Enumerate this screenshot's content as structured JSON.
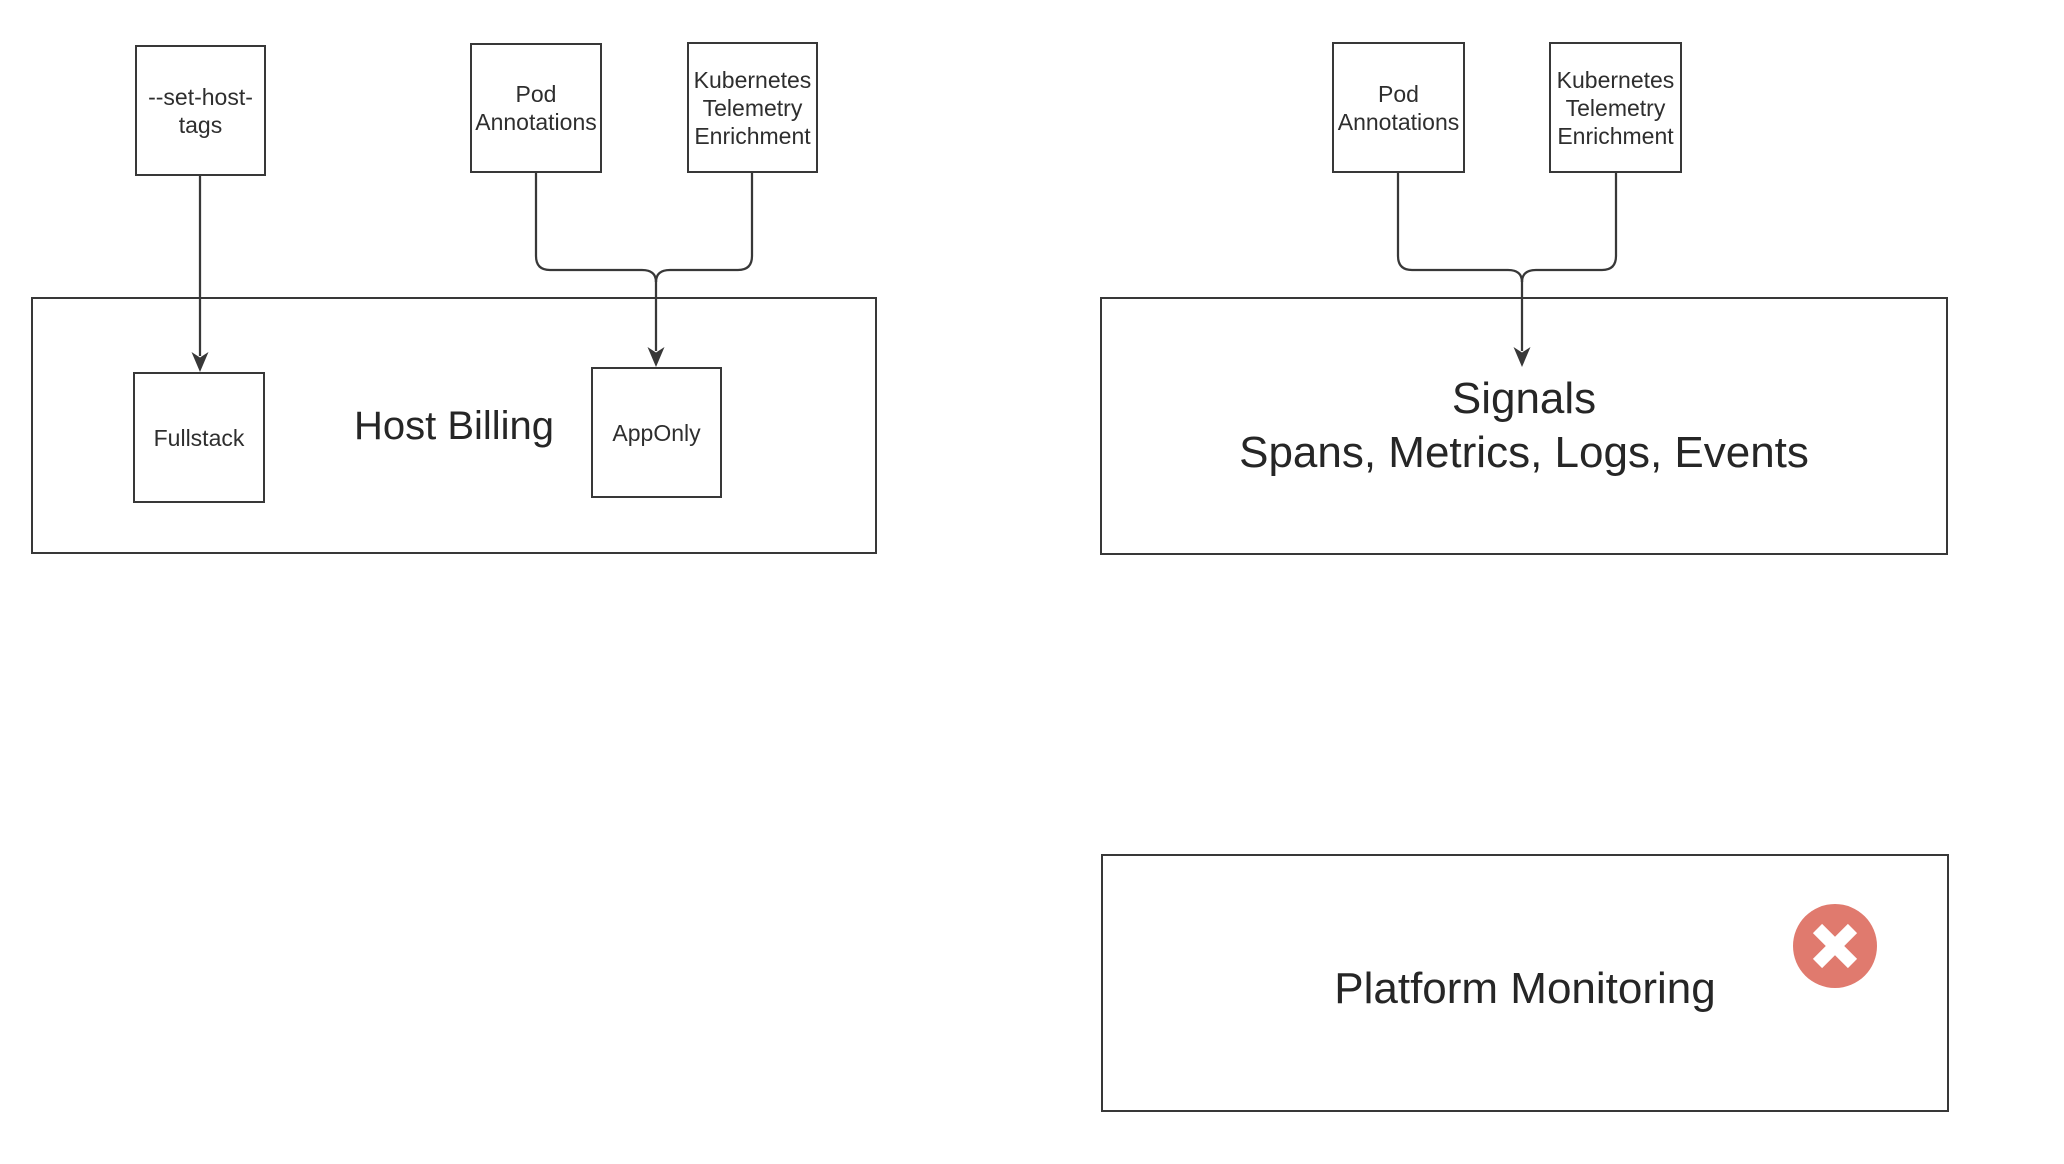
{
  "colors": {
    "stroke": "#383838",
    "text": "#2e2e2e",
    "error_red": "#e07a6e",
    "background": "#ffffff"
  },
  "host_billing": {
    "title": "Host Billing",
    "set_host_tags": {
      "label": [
        "--set-host-",
        "tags"
      ]
    },
    "pod_annotations": {
      "label": [
        "Pod",
        "Annotations"
      ]
    },
    "kubernetes_telemetry": {
      "label": [
        "Kubernetes",
        "Telemetry",
        "Enrichment"
      ]
    },
    "fullstack": {
      "label": "Fullstack"
    },
    "apponly": {
      "label": "AppOnly"
    }
  },
  "signals": {
    "pod_annotations": {
      "label": [
        "Pod",
        "Annotations"
      ]
    },
    "kubernetes_telemetry": {
      "label": [
        "Kubernetes",
        "Telemetry",
        "Enrichment"
      ]
    },
    "title": "Signals",
    "subtitle": "Spans, Metrics, Logs, Events"
  },
  "platform_monitoring": {
    "title": "Platform Monitoring",
    "status_icon": "error-x"
  }
}
